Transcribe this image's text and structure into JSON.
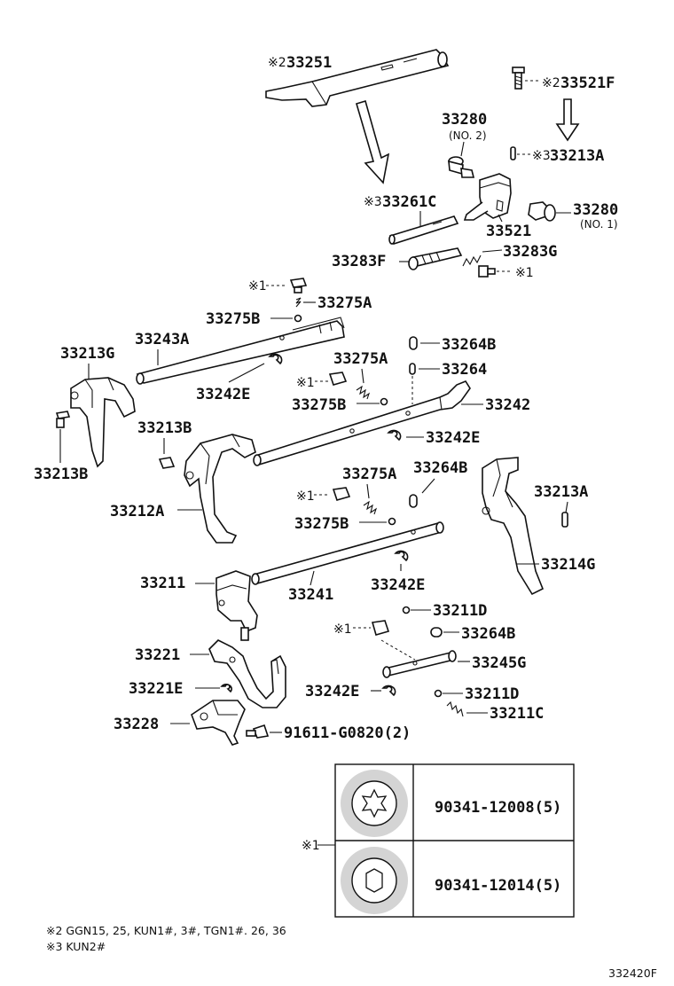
{
  "diagram": {
    "labels": {
      "p33251": "33251",
      "p33521F": "33521F",
      "p33280_a": "33280",
      "p33280_a_sub": "(NO. 2)",
      "p33213A_top": "33213A",
      "p33261C": "33261C",
      "p33280_b": "33280",
      "p33280_b_sub": "(NO. 1)",
      "p33521": "33521",
      "p33283F": "33283F",
      "p33283G": "33283G",
      "p33275A_1": "33275A",
      "p33275B_1": "33275B",
      "p33243A": "33243A",
      "p33264B_1": "33264B",
      "p33213G": "33213G",
      "p33275A_2": "33275A",
      "p33264": "33264",
      "p33242E_1": "33242E",
      "p33275B_2": "33275B",
      "p33242": "33242",
      "p33213B_1": "33213B",
      "p33242E_2": "33242E",
      "p33213B_2": "33213B",
      "p33275A_3": "33275A",
      "p33264B_2": "33264B",
      "p33213A": "33213A",
      "p33212A": "33212A",
      "p33275B_3": "33275B",
      "p33214G": "33214G",
      "p33211": "33211",
      "p33241": "33241",
      "p33242E_3": "33242E",
      "p33211D_1": "33211D",
      "p33264B_3": "33264B",
      "p33221": "33221",
      "p33245G": "33245G",
      "p33221E": "33221E",
      "p33242E_4": "33242E",
      "p33211D_2": "33211D",
      "p33228": "33228",
      "p33211C": "33211C",
      "p91611": "91611-G0820(2)"
    },
    "marks": {
      "ref2": "※2",
      "ref3": "※3",
      "ref1": "※1"
    },
    "table": {
      "row1_part": "90341-12008(5)",
      "row2_part": "90341-12014(5)"
    },
    "footnotes": {
      "note2": "※2 GGN15, 25, KUN1#, 3#, TGN1#. 26, 36",
      "note3": "※3 KUN2#"
    },
    "figure_code": "332420F"
  }
}
